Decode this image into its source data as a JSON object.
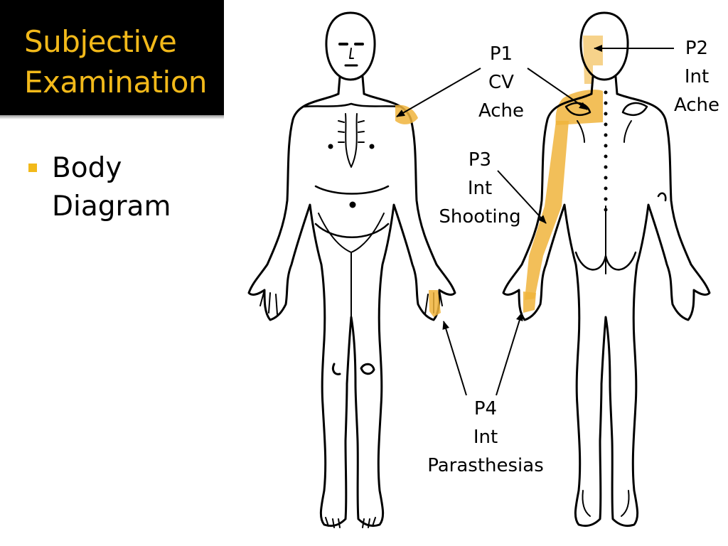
{
  "slide": {
    "title_line1": "Subjective",
    "title_line2": "Examination",
    "bullet_line1": "Body",
    "bullet_line2": "Diagram"
  },
  "colors": {
    "title_background": "#000000",
    "accent": "#f2b91a",
    "pain_highlight": "#f0b43c"
  },
  "labels": {
    "p1": {
      "id": "P1",
      "type": "CV",
      "quality": "Ache"
    },
    "p2": {
      "id": "P2",
      "type": "Int",
      "quality": "Ache"
    },
    "p3": {
      "id": "P3",
      "type": "Int",
      "quality": "Shooting"
    },
    "p4": {
      "id": "P4",
      "type": "Int",
      "quality": "Parasthesias"
    }
  }
}
